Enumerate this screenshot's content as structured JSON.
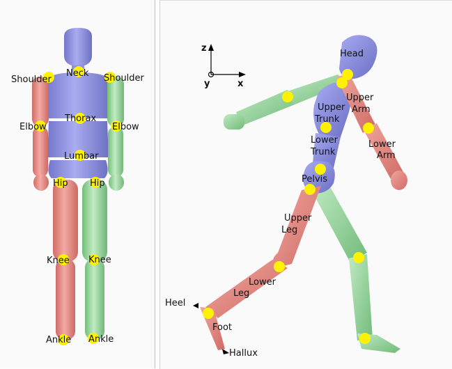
{
  "front_view": {
    "labels": {
      "neck": "Neck",
      "shoulder_left": "Shoulder",
      "shoulder_right": "Shoulder",
      "thorax": "Thorax",
      "elbow_left": "Elbow",
      "elbow_right": "Elbow",
      "lumbar": "Lumbar",
      "hip_left": "Hip",
      "hip_right": "Hip",
      "knee_left": "Knee",
      "knee_right": "Knee",
      "ankle_left": "Ankle",
      "ankle_right": "Ankle"
    }
  },
  "side_view": {
    "axes": {
      "z": "z",
      "y": "y",
      "x": "x"
    },
    "labels": {
      "head": "Head",
      "upper_arm_1": "Upper",
      "upper_arm_2": "Arm",
      "upper_trunk_1": "Upper",
      "upper_trunk_2": "Trunk",
      "lower_arm_1": "Lower",
      "lower_arm_2": "Arm",
      "lower_trunk_1": "Lower",
      "lower_trunk_2": "Trunk",
      "pelvis": "Pelvis",
      "upper_leg_1": "Upper",
      "upper_leg_2": "Leg",
      "lower_leg_1": "Lower",
      "lower_leg_2": "Leg",
      "heel": "Heel",
      "foot": "Foot",
      "hallux": "Hallux"
    }
  },
  "colors": {
    "trunk": "#8f92dc",
    "left_side": "#e58d86",
    "right_side": "#94d39a",
    "joint": "#fff200"
  }
}
